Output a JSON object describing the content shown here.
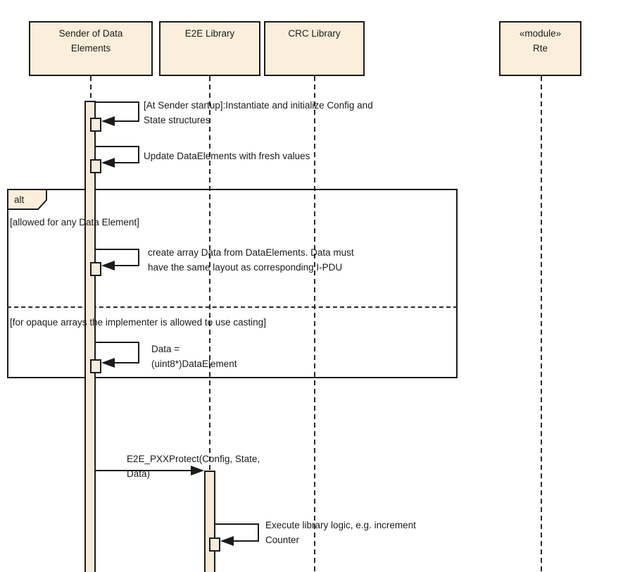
{
  "colors": {
    "ink": "#1b1b1b",
    "dash": "#2a2a2a",
    "boxfill": "#fbefdb",
    "barfill": "#f5ead8",
    "sqfill": "#f7eddc",
    "paper": "#ffffff",
    "text": "#1a1a1a"
  },
  "diagram_type": "uml-sequence-diagram",
  "participants": [
    {
      "id": "sender",
      "lines": [
        "Sender of Data",
        "Elements"
      ]
    },
    {
      "id": "e2e",
      "lines": [
        "E2E Library"
      ]
    },
    {
      "id": "crc",
      "lines": [
        "CRC Library"
      ]
    },
    {
      "id": "rte",
      "lines": [
        "«module»",
        "Rte"
      ]
    }
  ],
  "fragment": {
    "operator": "alt",
    "guard1": "[allowed for any Data Element]",
    "guard2": "[for opaque arrays the implementer is allowed to use casting]"
  },
  "messages": {
    "m1": {
      "kind": "self",
      "on": "sender",
      "lines": [
        "[At Sender startup]:Instantiate and initialize Config and",
        "State structures"
      ]
    },
    "m2": {
      "kind": "self",
      "on": "sender",
      "lines": [
        "Update DataElements with fresh values"
      ]
    },
    "m3": {
      "kind": "self",
      "on": "sender",
      "lines": [
        "create array Data from DataElements. Data must",
        "have the same layout as corresponding I-PDU"
      ]
    },
    "m4": {
      "kind": "self",
      "on": "sender",
      "lines": [
        "Data =",
        "(uint8*)DataElement"
      ]
    },
    "m5": {
      "kind": "call",
      "from": "sender",
      "to": "e2e",
      "lines": [
        "E2E_PXXProtect(Config, State,",
        "Data)"
      ]
    },
    "m6": {
      "kind": "self",
      "on": "e2e",
      "lines": [
        "Execute library logic, e.g. increment",
        "Counter"
      ]
    }
  }
}
